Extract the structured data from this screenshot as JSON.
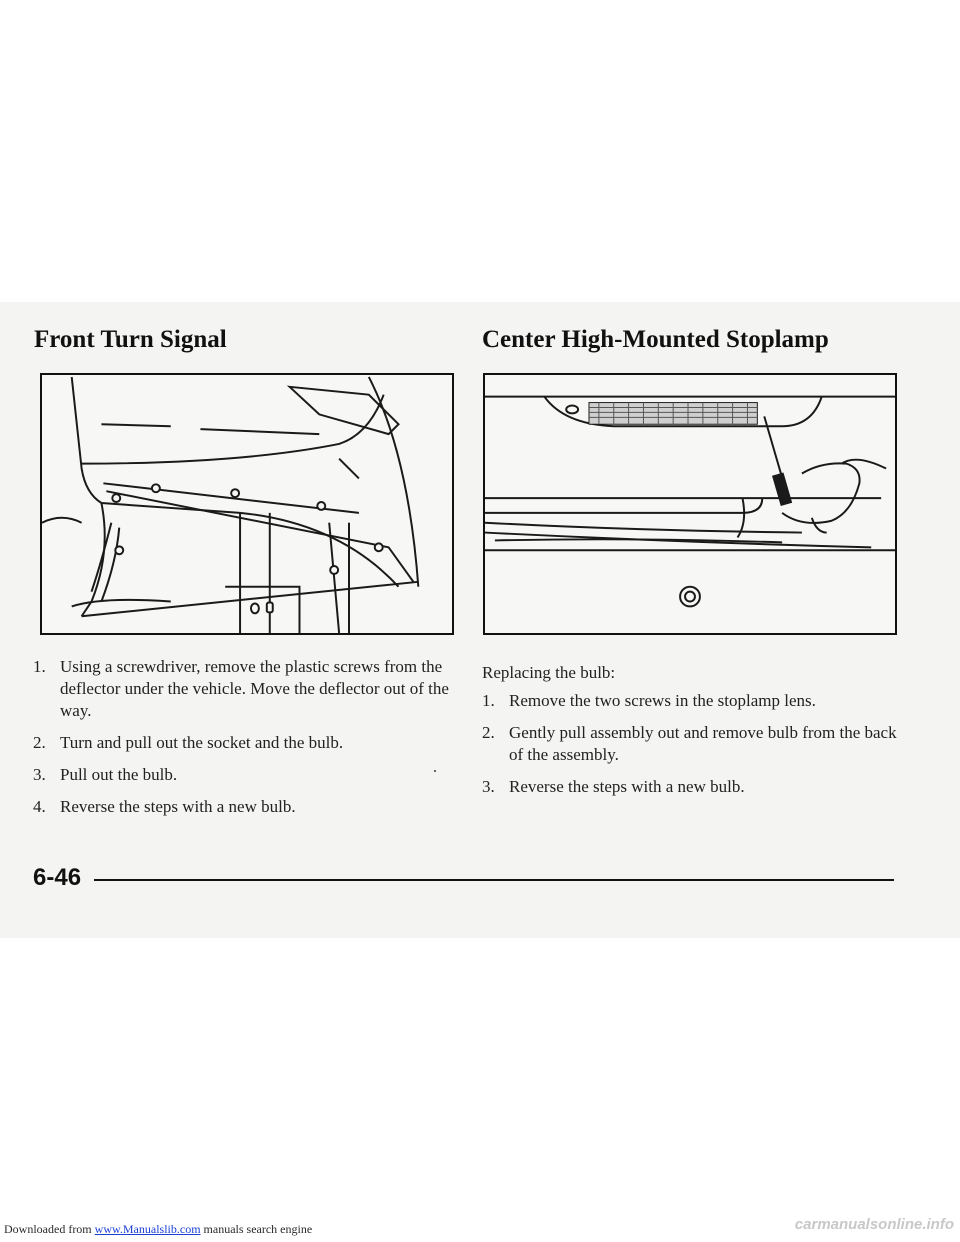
{
  "left_section": {
    "heading": "Front Turn Signal",
    "steps": [
      {
        "num": "1.",
        "text": "Using a screwdriver, remove the plastic screws from the deflector under the vehicle. Move the deflector out of the way."
      },
      {
        "num": "2.",
        "text": "Turn and pull out the socket and the bulb."
      },
      {
        "num": "3.",
        "text": "Pull out the bulb."
      },
      {
        "num": "4.",
        "text": "Reverse the steps with a new bulb."
      }
    ]
  },
  "right_section": {
    "heading": "Center High-Mounted Stoplamp",
    "intro": "Replacing the bulb:",
    "steps": [
      {
        "num": "1.",
        "text": "Remove the two screws in the stoplamp lens."
      },
      {
        "num": "2.",
        "text": "Gently pull assembly out and remove bulb from the back of the assembly."
      },
      {
        "num": "3.",
        "text": "Reverse the steps with a new bulb."
      }
    ]
  },
  "page_number": "6-46",
  "footer": {
    "prefix": "Downloaded from",
    "link": "www.Manualslib.com",
    "suffix": "manuals search engine",
    "watermark": "carmanualsonline.info"
  }
}
